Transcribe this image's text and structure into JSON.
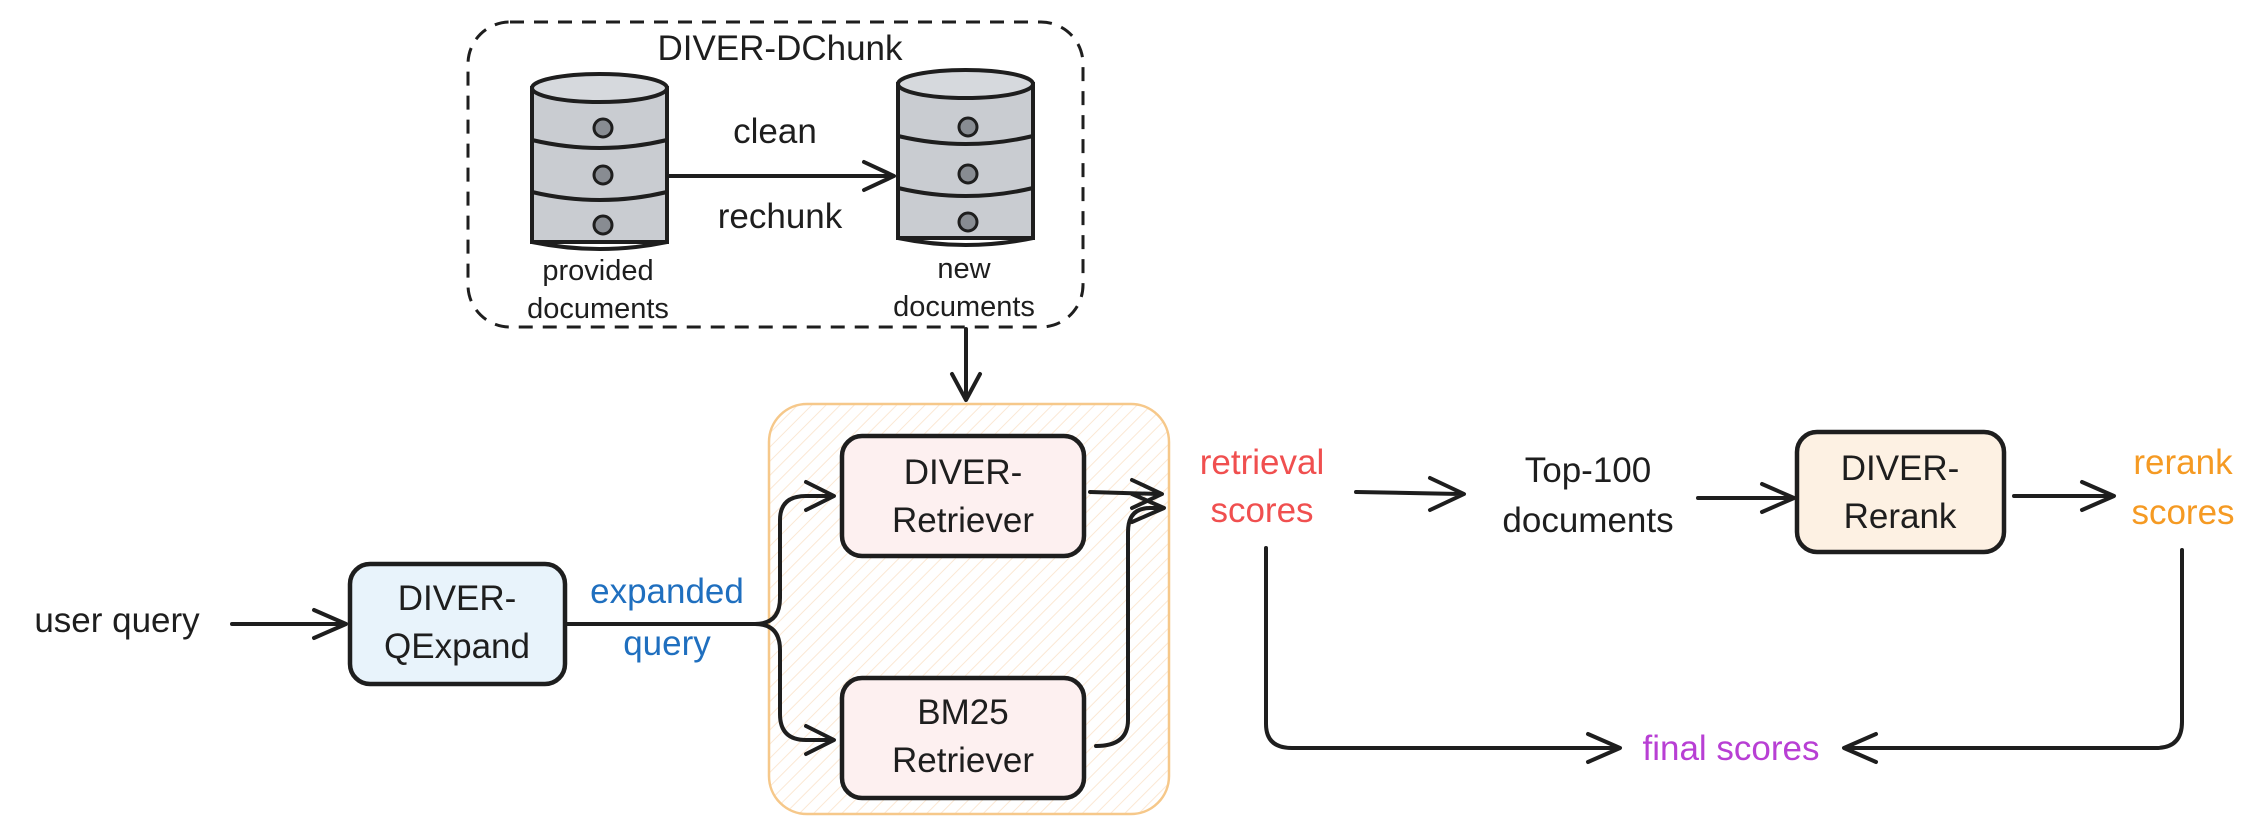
{
  "dchunk": {
    "title": "DIVER-DChunk",
    "clean": "clean",
    "rechunk": "rechunk",
    "provided_l1": "provided",
    "provided_l2": "documents",
    "new_l1": "new",
    "new_l2": "documents"
  },
  "user_query": "user query",
  "qexpand": {
    "l1": "DIVER-",
    "l2": "QExpand",
    "fill": "#e8f3fb"
  },
  "expanded_query": {
    "l1": "expanded",
    "l2": "query",
    "color": "#1f6fbf"
  },
  "retriever": {
    "l1": "DIVER-",
    "l2": "Retriever",
    "fill": "#fdf0f0"
  },
  "bm25": {
    "l1": "BM25",
    "l2": "Retriever",
    "fill": "#fdf0f0"
  },
  "retrieval_scores": {
    "l1": "retrieval",
    "l2": "scores",
    "color": "#f04f4f"
  },
  "top100": {
    "l1": "Top-100",
    "l2": "documents"
  },
  "rerank": {
    "l1": "DIVER-",
    "l2": "Rerank",
    "fill": "#fdf1e3"
  },
  "rerank_scores": {
    "l1": "rerank",
    "l2": "scores",
    "color": "#f59a23"
  },
  "final_scores": {
    "label": "final scores",
    "color": "#b83fd4"
  },
  "retriever_group_border": "#f6c88a"
}
